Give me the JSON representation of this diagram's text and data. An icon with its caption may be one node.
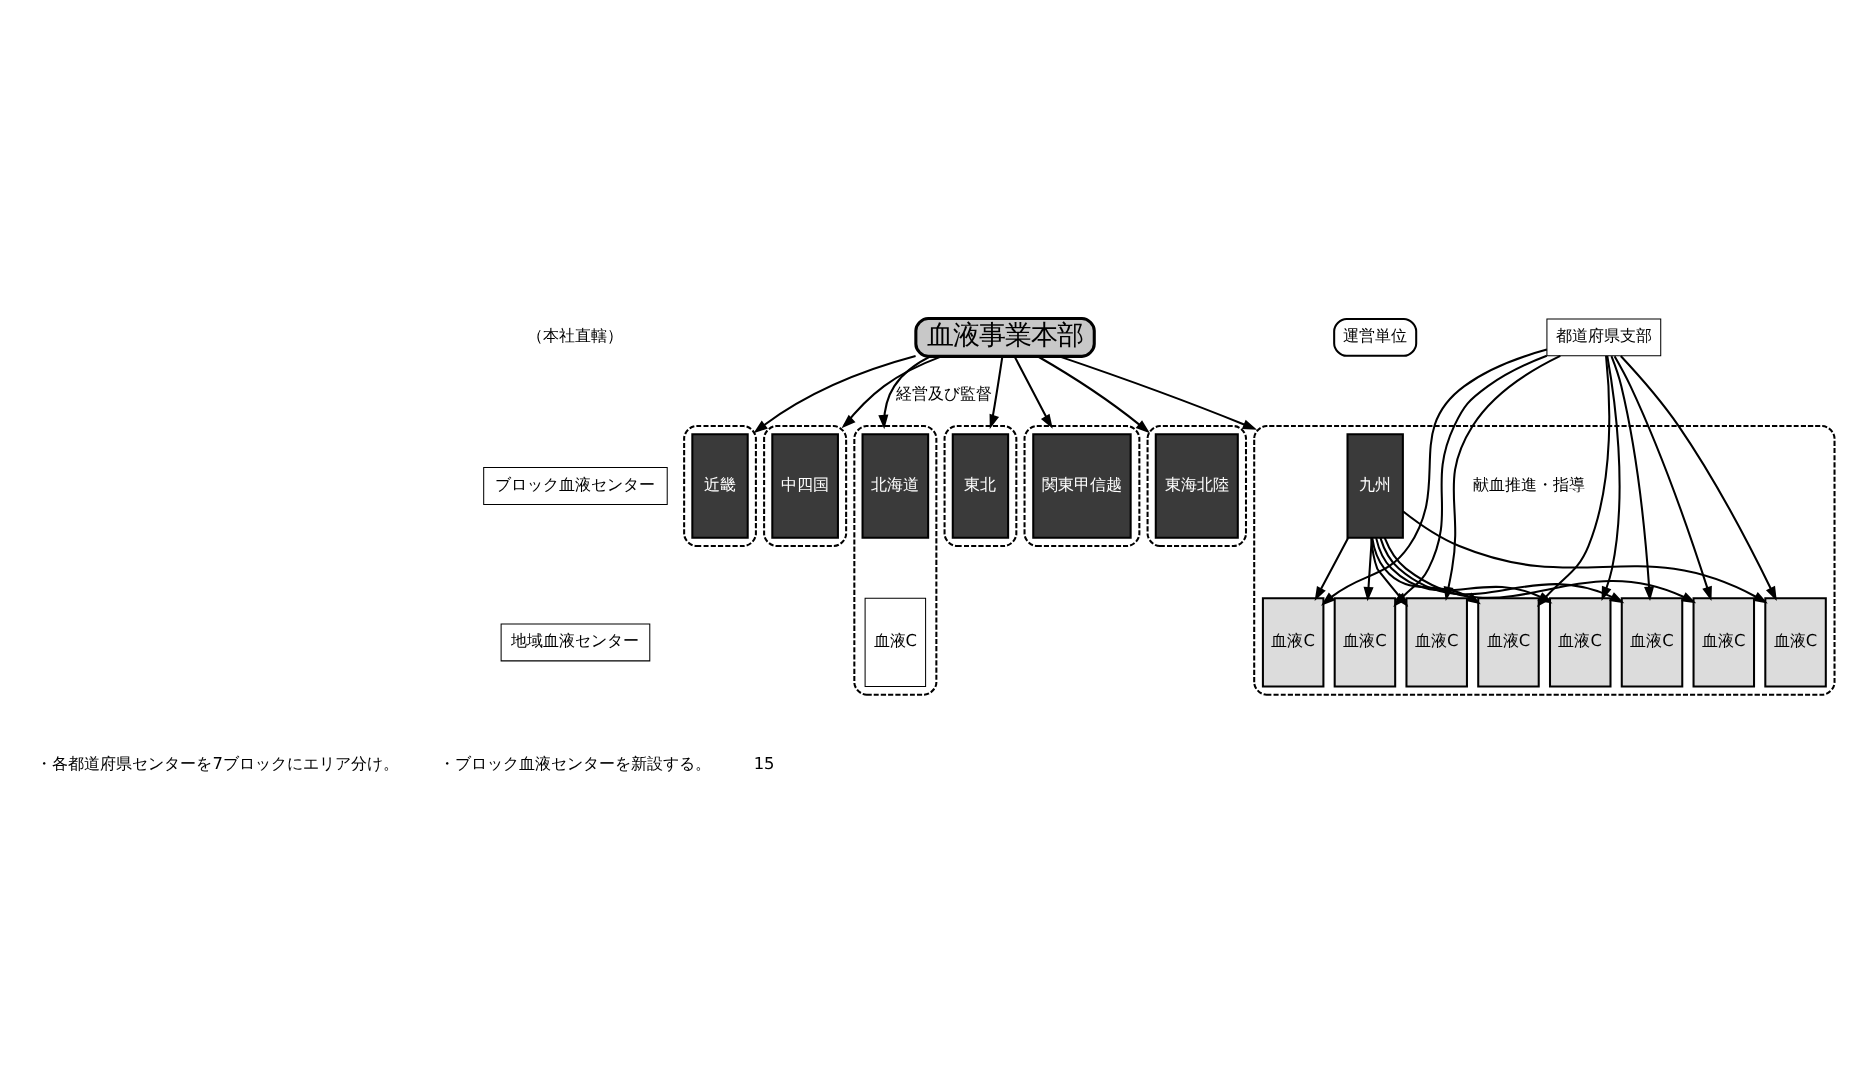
{
  "diagram": {
    "nodes": [
      {
        "text": [
          "血液事業本部"
        ]
      },
      {
        "text": [
          "都道府県支部"
        ]
      },
      {
        "text": [
          "ブロック血液センター"
        ]
      },
      {
        "text": [
          "地域血液センター"
        ]
      },
      {
        "text": [],
        "shape": "box"
      },
      {
        "text": [
          "北海道"
        ],
        "in": 4
      },
      {
        "text": [
          "血液C"
        ],
        "in": 4
      },
      {
        "text": [],
        "shape": "box"
      },
      {
        "text": [
          "東北"
        ],
        "in": 7
      },
      {
        "text": [],
        "shape": "box"
      },
      {
        "text": [
          "関東甲信越"
        ],
        "in": 9
      },
      {
        "text": [],
        "shape": "box"
      },
      {
        "text": [
          "東海北陸"
        ],
        "in": 11
      },
      {
        "text": [],
        "shape": "box"
      },
      {
        "text": [
          "近畿"
        ],
        "in": 13
      },
      {
        "text": [],
        "shape": "box"
      },
      {
        "text": [
          "中四国"
        ],
        "in": 15
      },
      {
        "text": [],
        "shape": "box"
      },
      {
        "text": [
          "運営単位"
        ]
      },
      {
        "text": [
          "九州"
        ],
        "in": 17
      },
      {
        "text": [
          "血液C"
        ],
        "in": 17
      },
      {
        "text": [
          "血液C"
        ],
        "in": 17
      },
      {
        "text": [
          "血液C"
        ],
        "in": 17
      },
      {
        "text": [
          "血液C"
        ],
        "in": 17
      },
      {
        "text": [
          "血液C"
        ],
        "in": 17
      },
      {
        "text": [
          "血液C"
        ],
        "in": 17
      },
      {
        "text": [
          "血液C"
        ],
        "in": 17
      },
      {
        "text": [
          "血液C"
        ],
        "in": 17
      }
    ],
    "edges": [
      {
        "from": 0,
        "to": 4,
        "arrow": "to",
        "label": "経営及び監督"
      },
      {
        "from": 0,
        "to": 7,
        "arrow": "to"
      },
      {
        "from": 0,
        "to": 9,
        "arrow": "to"
      },
      {
        "from": 0,
        "to": 11,
        "arrow": "to"
      },
      {
        "from": 0,
        "to": 13,
        "arrow": "to"
      },
      {
        "from": 0,
        "to": 15,
        "arrow": "to"
      },
      {
        "from": 0,
        "to": 17,
        "arrow": "to"
      },
      {
        "from": 19,
        "to": 20,
        "arrow": "to"
      },
      {
        "from": 19,
        "to": 21,
        "arrow": "to"
      },
      {
        "from": 19,
        "to": 22,
        "arrow": "to"
      },
      {
        "from": 19,
        "to": 23,
        "arrow": "to"
      },
      {
        "from": 19,
        "to": 24,
        "arrow": "to"
      },
      {
        "from": 19,
        "to": 25,
        "arrow": "to"
      },
      {
        "from": 19,
        "to": 26,
        "arrow": "to"
      },
      {
        "from": 19,
        "to": 27,
        "arrow": "to"
      },
      {
        "from": 1,
        "to": 20,
        "arrow": "to"
      },
      {
        "from": 1,
        "to": 21,
        "arrow": "to"
      },
      {
        "from": 1,
        "to": 22,
        "arrow": "to"
      },
      {
        "from": 1,
        "to": 23,
        "arrow": "to"
      },
      {
        "from": 1,
        "to": 24,
        "arrow": "to"
      },
      {
        "from": 1,
        "to": 25,
        "arrow": "to"
      },
      {
        "from": 1,
        "to": 26,
        "arrow": "to"
      },
      {
        "from": 1,
        "to": 27,
        "arrow": "to",
        "label": "献血推進・指導"
      }
    ],
    "labels": [
      "（本社直轄）",
      "・各都道府県センターを7ブロックにエリア分け。",
      "・ブロック血液センターを新設する。",
      "15"
    ]
  }
}
